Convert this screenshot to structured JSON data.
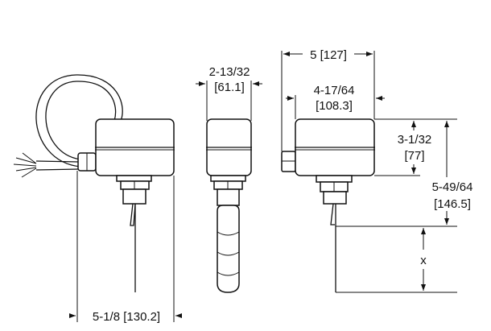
{
  "dimensions": {
    "side_width": "5-1/8 [130.2]",
    "front_width_in": "2-13/32",
    "front_width_mm": "[61.1]",
    "overall_width": "5 [127]",
    "box_width_in": "4-17/64",
    "box_width_mm": "[108.3]",
    "box_height_in": "3-1/32",
    "box_height_mm": "[77]",
    "total_height_in": "5-49/64",
    "total_height_mm": "[146.5]",
    "paddle_length": "x"
  }
}
